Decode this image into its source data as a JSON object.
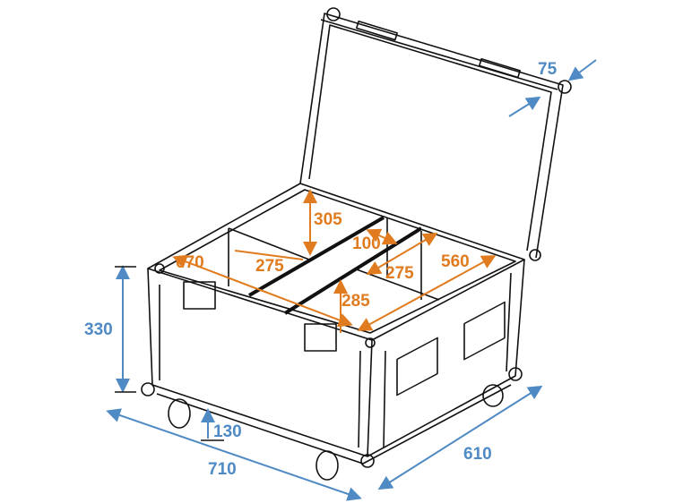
{
  "colors": {
    "inner_dimension": "#e07b1f",
    "outer_dimension": "#4f8ac4",
    "outline": "#111111"
  },
  "dimensions": {
    "lid_depth": "75",
    "compartment_height": "305",
    "divider_gap": "100",
    "inner_length": "670",
    "compartment_left": "275",
    "compartment_right": "275",
    "inner_width": "560",
    "divider_height": "285",
    "body_height": "330",
    "wheel_height": "130",
    "outer_length": "710",
    "outer_width": "610"
  }
}
